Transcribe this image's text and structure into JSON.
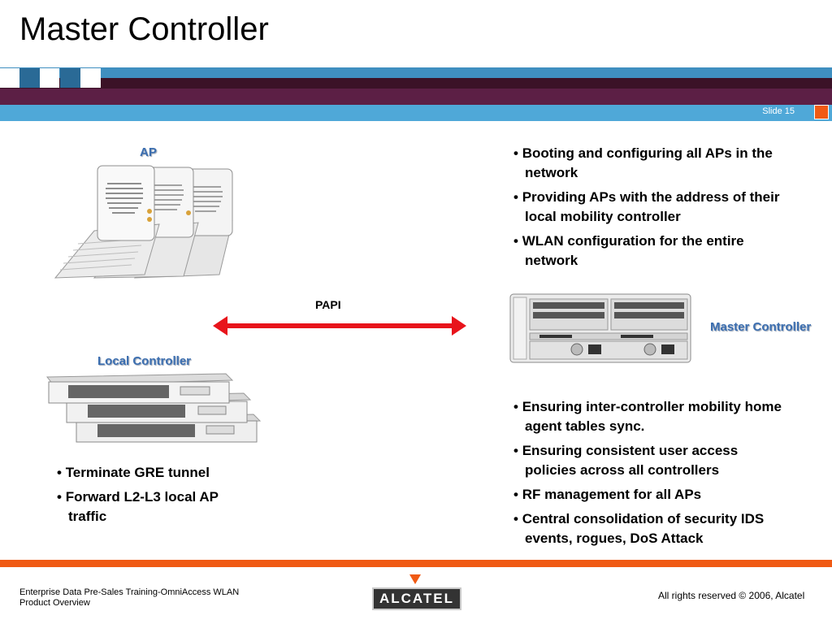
{
  "slide": {
    "title": "Master Controller",
    "slide_number": "Slide 15",
    "colors": {
      "accent_orange": "#f05a14",
      "band_plum": "#5c1f45",
      "band_blue": "#4fa8d8",
      "label_blue": "#3b6eb0",
      "arrow_red": "#e8141b"
    }
  },
  "diagram": {
    "ap_label": "AP",
    "local_controller_label": "Local Controller",
    "master_controller_label": "Master Controller",
    "link_label": "PAPI"
  },
  "bullets": {
    "top_right": [
      "Booting and configuring all APs in the network",
      "Providing APs with the address of their local mobility controller",
      "WLAN configuration for the entire network"
    ],
    "bottom_right": [
      "Ensuring inter-controller mobility home agent tables sync.",
      "Ensuring consistent user access policies across all controllers",
      "RF management for all APs",
      "Central consolidation of security IDS events, rogues, DoS Attack"
    ],
    "bottom_left": [
      "Terminate GRE tunnel",
      "Forward L2-L3 local AP traffic"
    ]
  },
  "footer": {
    "left": "Enterprise Data Pre-Sales Training-OmniAccess WLAN Product Overview",
    "right": "All rights reserved © 2006, Alcatel",
    "logo_text": "ALCATEL"
  }
}
